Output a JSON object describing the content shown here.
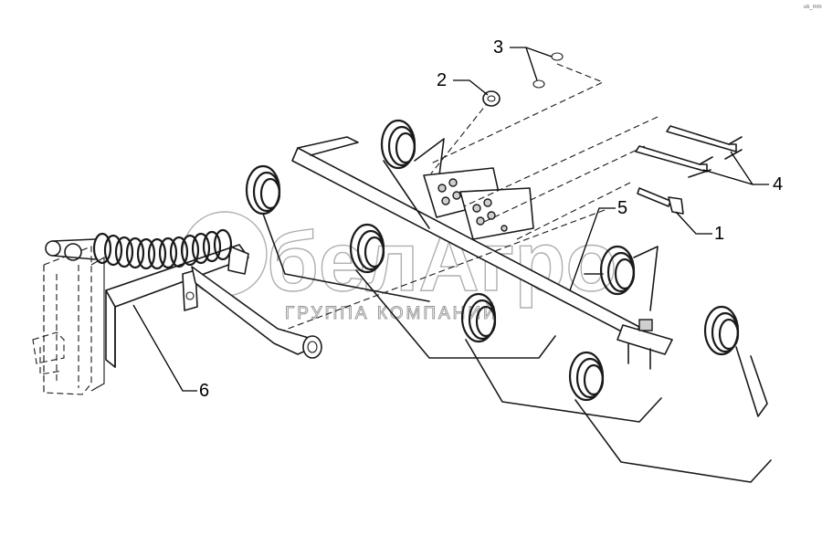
{
  "callouts": [
    {
      "id": "1",
      "label": "1"
    },
    {
      "id": "2",
      "label": "2"
    },
    {
      "id": "3",
      "label": "3"
    },
    {
      "id": "4",
      "label": "4"
    },
    {
      "id": "5",
      "label": "5"
    },
    {
      "id": "6",
      "label": "6"
    }
  ],
  "watermark": {
    "logo": "белАгро",
    "subtitle": "ГРУППА КОМПАНИЙ"
  },
  "corner_code": "uk_mm"
}
